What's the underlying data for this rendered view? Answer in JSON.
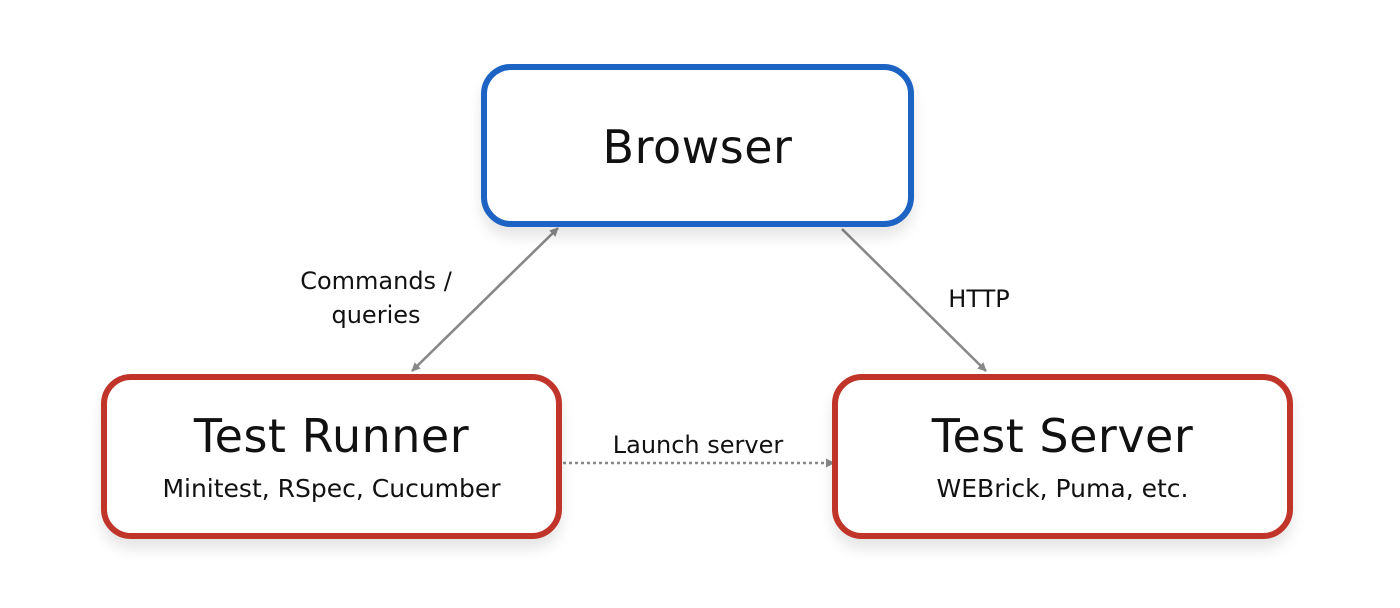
{
  "colors": {
    "browser_border": "#1c63c4",
    "component_border": "#c0342a",
    "arrow": "#888888"
  },
  "nodes": {
    "browser": {
      "title": "Browser"
    },
    "test_runner": {
      "title": "Test Runner",
      "subtitle": "Minitest, RSpec, Cucumber"
    },
    "test_server": {
      "title": "Test Server",
      "subtitle": "WEBrick, Puma, etc."
    }
  },
  "edges": {
    "commands": {
      "line1": "Commands /",
      "line2": "queries",
      "style": "solid",
      "direction": "both"
    },
    "http": {
      "label": "HTTP",
      "style": "solid",
      "direction": "forward"
    },
    "launch": {
      "label": "Launch server",
      "style": "dotted",
      "direction": "forward"
    }
  }
}
